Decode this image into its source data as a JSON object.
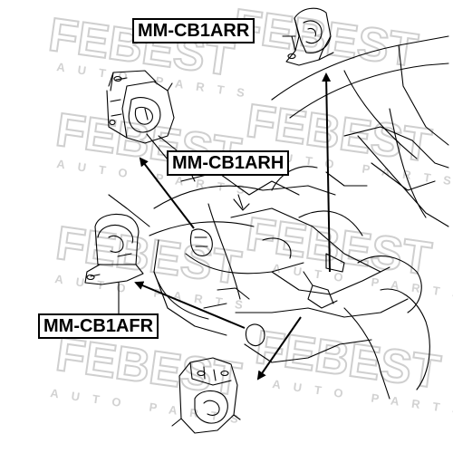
{
  "watermark": {
    "brand": "FEBEST",
    "tagline": "AUTO PARTS",
    "color": "#d6d6d6"
  },
  "labels": {
    "rear_right": "MM-CB1ARR",
    "rear_right_hand": "MM-CB1ARH",
    "front_right": "MM-CB1AFR"
  },
  "colors": {
    "line": "#000000",
    "background": "#ffffff"
  }
}
